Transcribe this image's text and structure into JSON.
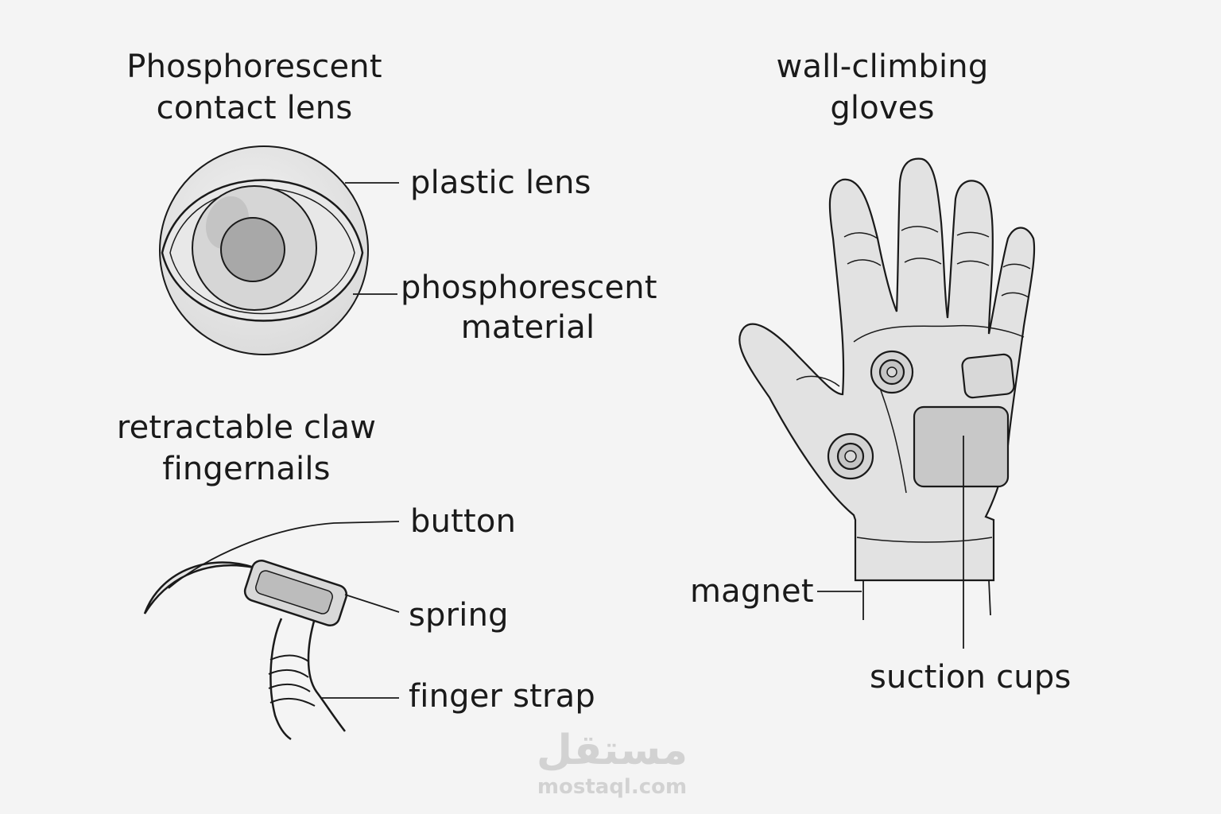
{
  "contact_lens": {
    "title": [
      "Phosphorescent",
      "contact lens"
    ],
    "labels": {
      "plastic_lens": "plastic lens",
      "phosphorescent_material": [
        "phosphorescent",
        "material"
      ]
    }
  },
  "claw": {
    "title": [
      "retractable claw",
      "fingernails"
    ],
    "labels": {
      "button": "button",
      "spring": "spring",
      "finger_strap": "finger strap"
    }
  },
  "gloves": {
    "title": [
      "wall-climbing",
      "gloves"
    ],
    "labels": {
      "magnet": "magnet",
      "suction_cups": "suction cups"
    }
  },
  "watermark": {
    "arabic": "مستقل",
    "latin": "mostaql.com"
  },
  "colors": {
    "background": "#f4f4f4",
    "line": "#1a1a1a",
    "fill_light": "#e4e4e4",
    "fill_mid": "#cfcfcf",
    "fill_dark": "#a8a8a8",
    "watermark": "#d2d2d2"
  }
}
